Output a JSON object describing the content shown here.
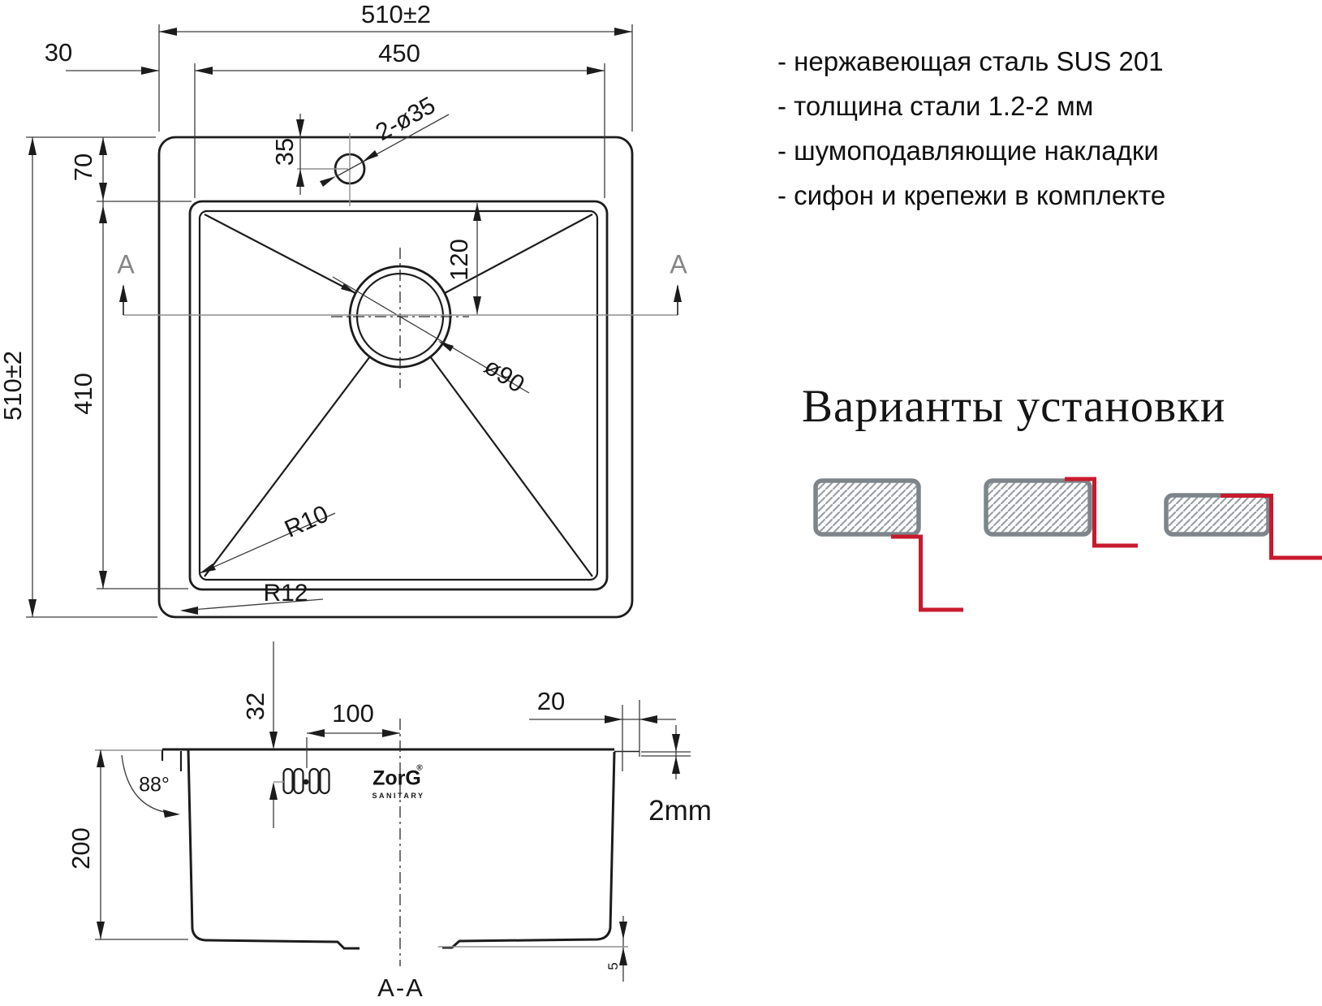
{
  "plan": {
    "dim_width_outer": "510±2",
    "dim_width_bowl": "450",
    "dim_offset_left": "30",
    "dim_height_outer": "510±2",
    "dim_offset_top": "70",
    "dim_height_bowl": "410",
    "dim_faucet_offset": "35",
    "dim_drain_offset": "120",
    "faucet_callout": "2-ø35",
    "drain_callout": "ø90",
    "radius_bowl": "R10",
    "radius_outer": "R12",
    "section_marker": "A"
  },
  "section": {
    "label": "A-A",
    "dim_overflow_drop": "32",
    "dim_overflow_offset": "100",
    "dim_flange": "20",
    "dim_depth": "200",
    "dim_thickness": "2mm",
    "dim_step": "5",
    "wall_angle": "88°",
    "logo": "ZorG",
    "logo_reg": "®",
    "logo_sub": "SANITARY"
  },
  "specs": {
    "items": [
      "- нержавеющая сталь SUS 201",
      "- толщина стали 1.2-2 мм",
      "- шумоподавляющие накладки",
      "- сифон и крепежи в комплекте"
    ]
  },
  "install": {
    "title": "Варианты установки"
  },
  "colors": {
    "accent_red": "#c81a2e",
    "hatch_gray": "#7d858b"
  }
}
